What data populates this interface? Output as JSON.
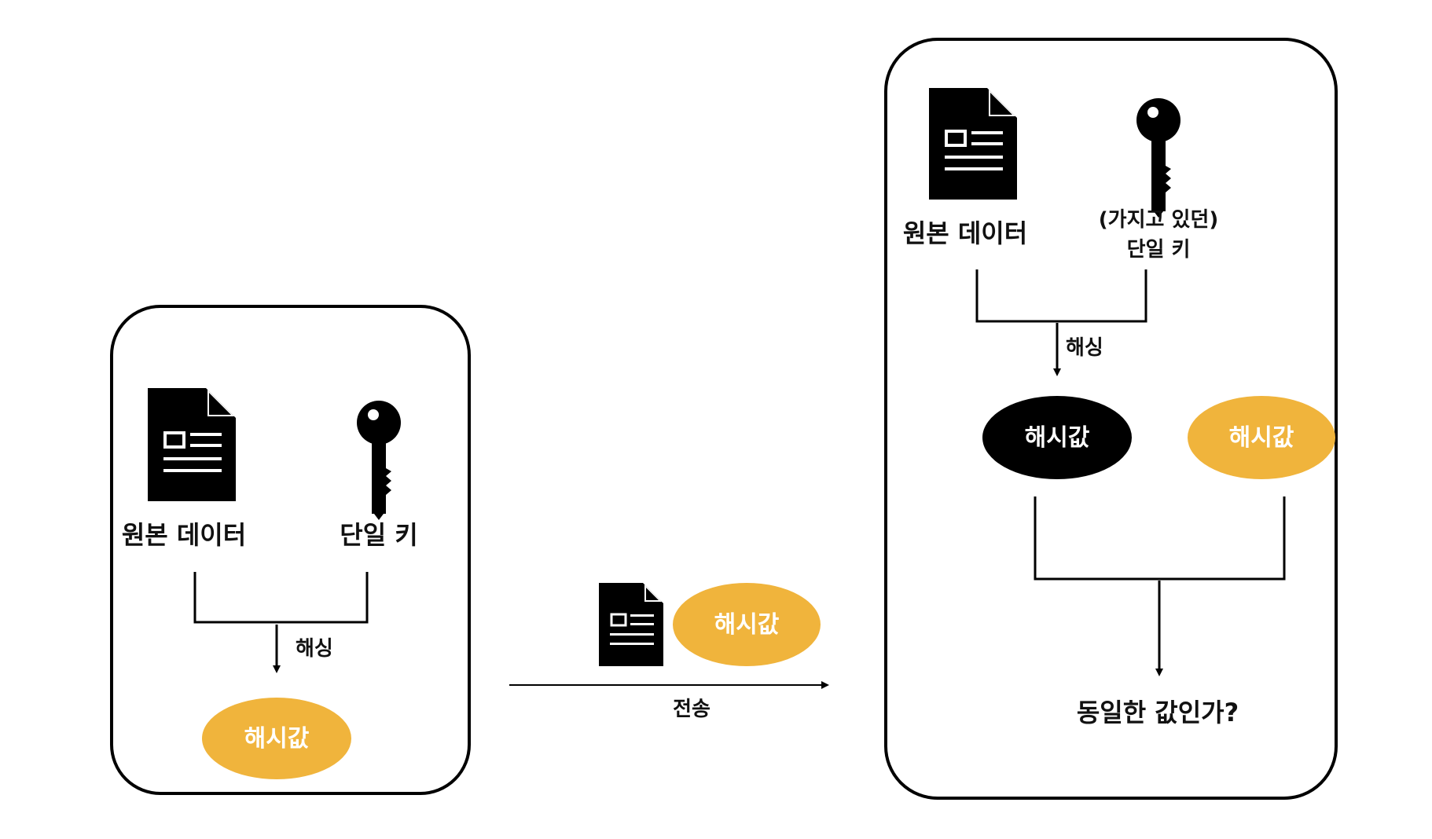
{
  "sender": {
    "data_label": "원본 데이터",
    "key_label": "단일 키",
    "hashing_label": "해싱",
    "hash_value_label": "해시값"
  },
  "transfer": {
    "hash_value_label": "해시값",
    "transfer_label": "전송"
  },
  "receiver": {
    "data_label": "원본 데이터",
    "key_label_line1": "(가지고 있던)",
    "key_label_line2": "단일 키",
    "hashing_label": "해싱",
    "computed_hash_label": "해시값",
    "received_hash_label": "해시값",
    "question_label": "동일한 값인가?"
  },
  "colors": {
    "accent": "#F0B43C",
    "ink": "#000000",
    "background": "#FFFFFF"
  },
  "icons": [
    "document-icon",
    "key-icon",
    "arrow-icon"
  ]
}
